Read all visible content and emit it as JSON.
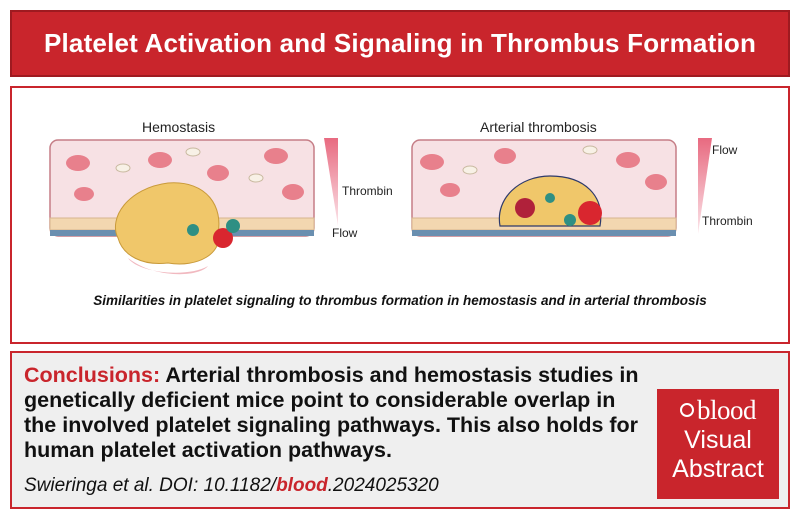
{
  "header": {
    "title": "Platelet Activation and Signaling in Thrombus Formation"
  },
  "panels": {
    "left": {
      "title": "Hemostasis",
      "gradient_top_label": "Thrombin",
      "gradient_bottom_label": "Flow"
    },
    "right": {
      "title": "Arterial thrombosis",
      "gradient_top_label": "Flow",
      "gradient_bottom_label": "Thrombin"
    }
  },
  "caption": "Similarities in platelet signaling to thrombus formation in hemostasis and in arterial thrombosis",
  "conclusions": {
    "label": "Conclusions:",
    "text": " Arterial thrombosis and hemostasis studies in genetically deficient mice point to considerable overlap in the involved platelet signaling pathways. This also holds for human platelet activation pathways."
  },
  "citation": {
    "prefix": "Swieringa et al. DOI: 10.1182/",
    "journal": "blood",
    "suffix": ".2024025320"
  },
  "logo": {
    "brand": "blood",
    "line1": "Visual",
    "line2": "Abstract"
  },
  "colors": {
    "accent": "#c9252c",
    "vessel_bg": "#f7e1e4",
    "rbc": "#e8808c",
    "platelet": "#f0c76a"
  }
}
